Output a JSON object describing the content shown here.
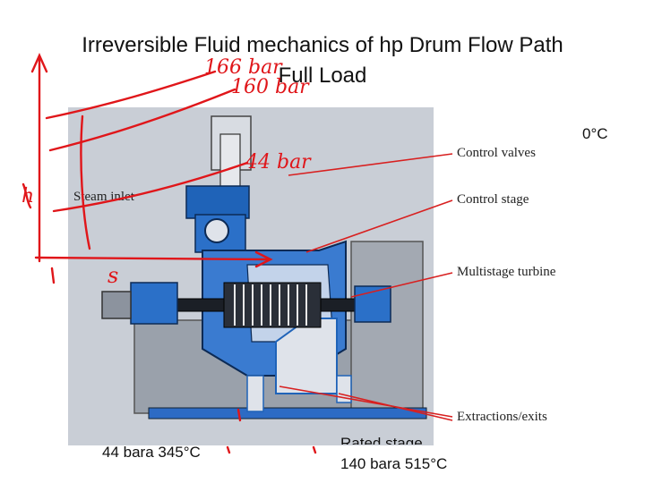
{
  "slide": {
    "title_line1": "Irreversible Fluid mechanics of hp Drum Flow Path",
    "title_line2": "Full Load",
    "corner_temp": "0°C",
    "bottom_left": "44 bara 345°C",
    "bottom_mid_cut": "Rated stage",
    "bottom_main": "140 bara 515°C"
  },
  "diagram": {
    "steam_inlet": "Steam inlet",
    "callouts": [
      "Control valves",
      "Control stage",
      "Multistage turbine",
      "Extractions/exits"
    ]
  },
  "annotations": {
    "p1": "166 bar",
    "p2": "160 bar",
    "p3": "44 bar",
    "axis_h": "h",
    "axis_s": "s"
  },
  "colors": {
    "turbine_blue": "#1f63b8",
    "callout_red": "#d82020",
    "ink_red": "#e0161a",
    "photo_bg": "#c9ced6"
  }
}
